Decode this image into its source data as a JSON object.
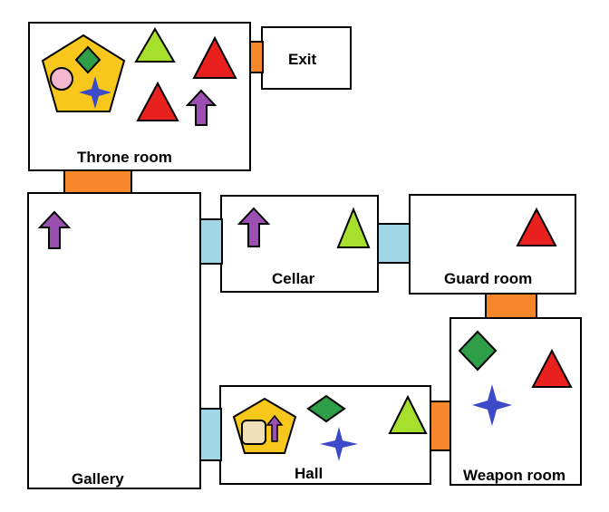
{
  "rooms": {
    "throne": "Throne room",
    "exit": "Exit",
    "gallery": "Gallery",
    "cellar": "Cellar",
    "guard": "Guard room",
    "hall": "Hall",
    "weapon": "Weapon room"
  },
  "colors": {
    "red_triangle": "#e8211f",
    "green_triangle": "#a6e02c",
    "purple_arrow": "#9b4fb0",
    "blue_star": "#3c49c9",
    "green_diamond": "#2f9e48",
    "yellow_pentagon": "#f7c81b",
    "pink_circle": "#f5b6cf",
    "beige_square": "#efe0b8",
    "orange_door": "#f5862a",
    "blue_door": "#9fd7e6"
  }
}
